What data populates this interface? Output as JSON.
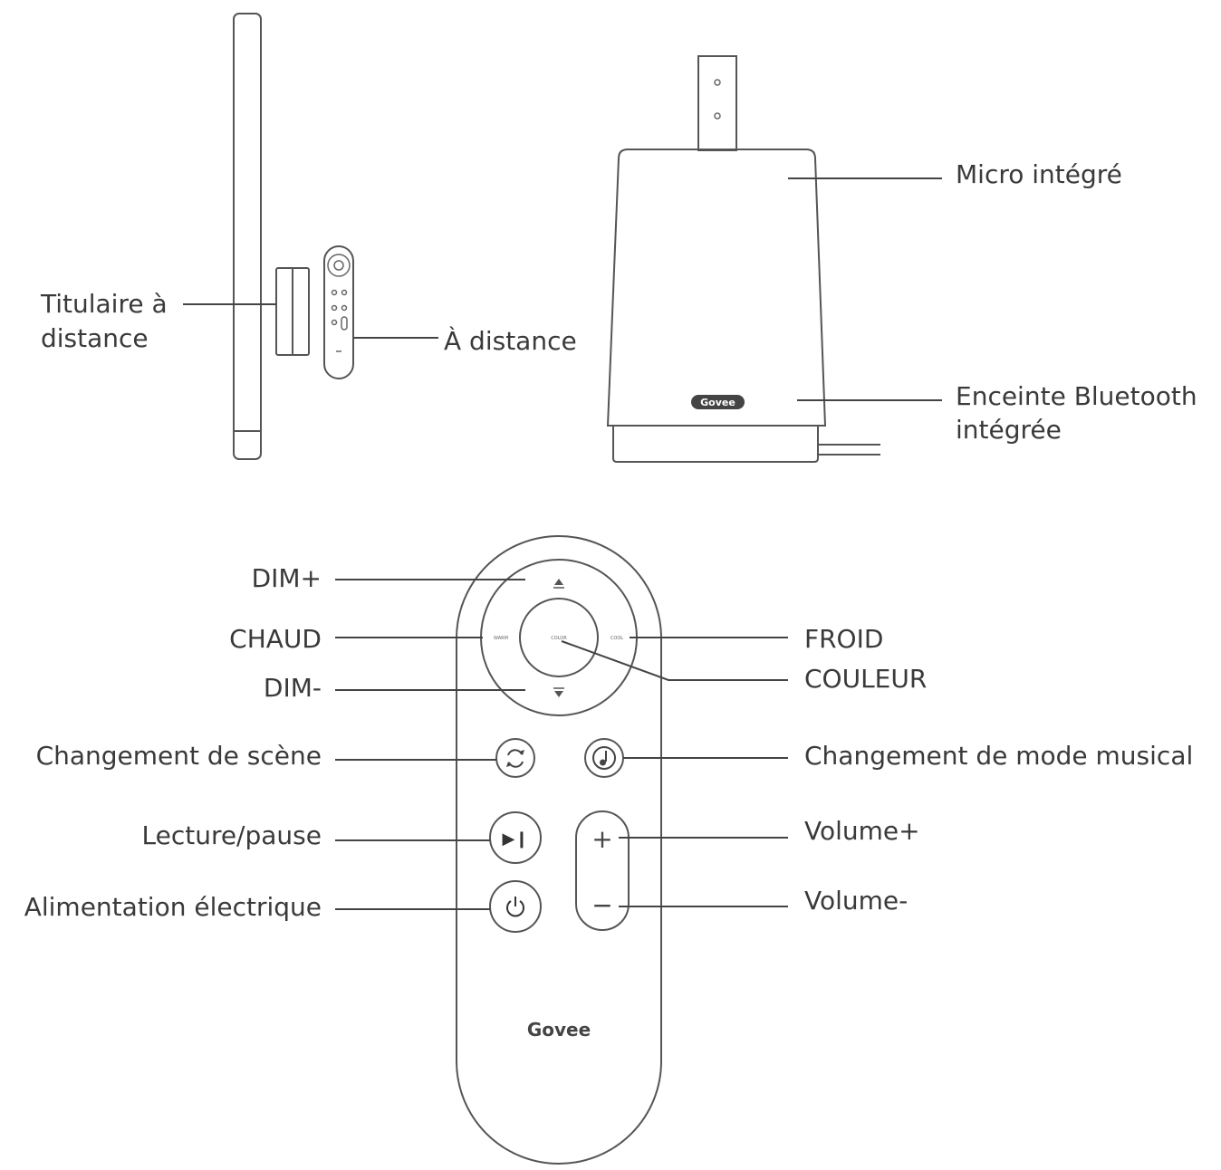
{
  "labels": {
    "remote_holder": [
      "Titulaire à",
      "distance"
    ],
    "remote": "À distance",
    "mic": "Micro intégré",
    "speaker": [
      "Enceinte Bluetooth",
      "intégrée"
    ],
    "dim_plus": "DIM+",
    "chaud": "CHAUD",
    "dim_minus": "DIM-",
    "froid": "FROID",
    "couleur": "COULEUR",
    "scene": "Changement de scène",
    "music": "Changement de mode musical",
    "play": "Lecture/pause",
    "power": "Alimentation électrique",
    "vol_plus": "Volume+",
    "vol_minus": "Volume-"
  },
  "brand": "Govee",
  "remote_buttons": {
    "dim_plus": "DIM+",
    "dim_minus": "DIM-",
    "warm": "WARM",
    "cool": "COOL",
    "color": "COLOR",
    "play": "▶❙",
    "plus": "+",
    "minus": "−"
  },
  "icons": {
    "scene": "scene-cycle-icon",
    "music": "music-note-icon",
    "play": "play-pause-icon",
    "power": "power-icon"
  }
}
